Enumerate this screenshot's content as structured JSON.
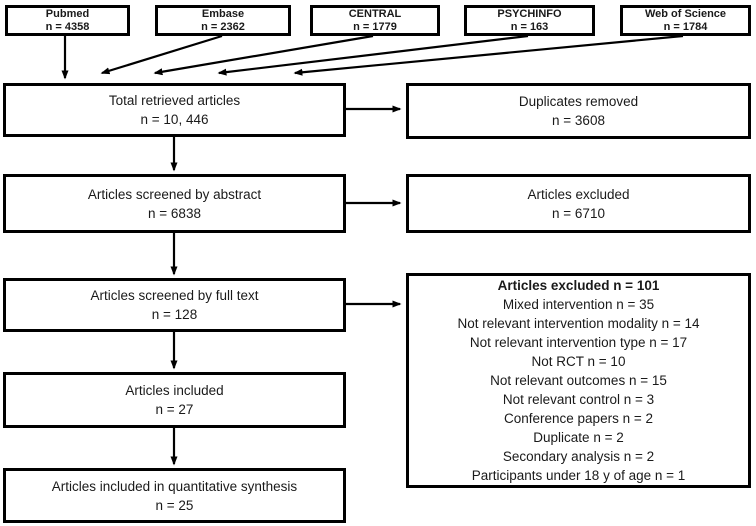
{
  "sources": [
    {
      "label": "Pubmed",
      "count": "n = 4358"
    },
    {
      "label": "Embase",
      "count": "n = 2362"
    },
    {
      "label": "CENTRAL",
      "count": "n = 1779"
    },
    {
      "label": "PSYCHINFO",
      "count": "n = 163"
    },
    {
      "label": "Web of Science",
      "count": "n = 1784"
    }
  ],
  "flow": {
    "total": {
      "label": "Total retrieved articles",
      "count": "n = 10, 446"
    },
    "abstract": {
      "label": "Articles screened by abstract",
      "count": "n = 6838"
    },
    "fulltext": {
      "label": "Articles screened by full text",
      "count": "n = 128"
    },
    "included": {
      "label": "Articles included",
      "count": "n = 27"
    },
    "synthesis": {
      "label": "Articles included in quantitative synthesis",
      "count": "n = 25"
    }
  },
  "exclusions": {
    "duplicates": {
      "label": "Duplicates removed",
      "count": "n = 3608"
    },
    "abstract_excluded": {
      "label": "Articles excluded",
      "count": "n = 6710"
    },
    "fulltext_excluded": {
      "title": "Articles excluded n = 101",
      "reasons": [
        "Mixed intervention n = 35",
        "Not relevant intervention modality n = 14",
        "Not relevant intervention type n = 17",
        "Not RCT n = 10",
        "Not relevant outcomes n = 15",
        "Not relevant control n = 3",
        "Conference papers n = 2",
        "Duplicate n = 2",
        "Secondary analysis n = 2",
        "Participants under 18 y of age n = 1"
      ]
    }
  },
  "colors": {
    "border": "#000000",
    "text": "#1a1a1a",
    "background": "#ffffff"
  }
}
